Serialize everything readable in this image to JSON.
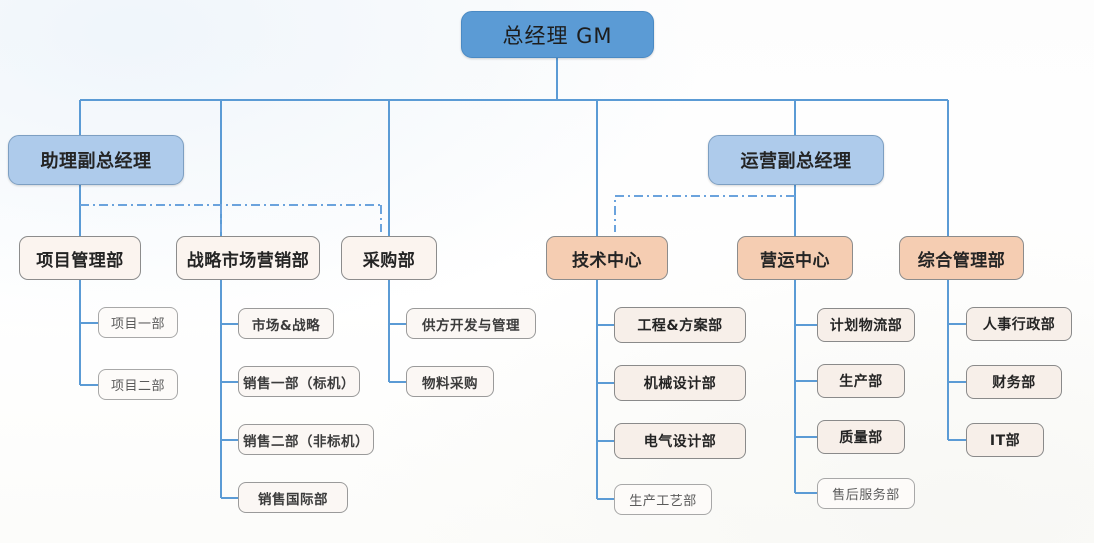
{
  "chart_meta": {
    "type": "org-chart",
    "title": "Company Organization Chart",
    "colors": {
      "line": "#5b9bd5",
      "dashed_line": "#5b9bd5",
      "gm_fill": "#5b9bd5",
      "vp_fill": "#aecbeb",
      "center_fill": "#f5cdb2",
      "dept_fill": "#fbf4ef",
      "sub_fill": "#f7efe9",
      "border_gray": "#8c8c8c",
      "background": "#ffffff"
    }
  },
  "nodes": {
    "gm": {
      "label": "总经理 GM"
    },
    "vp_assistant": {
      "label": "助理副总经理"
    },
    "vp_operations": {
      "label": "运营副总经理"
    },
    "dept_project": {
      "label": "项目管理部"
    },
    "dept_marketing": {
      "label": "战略市场营销部"
    },
    "dept_purchasing": {
      "label": "采购部"
    },
    "center_tech": {
      "label": "技术中心"
    },
    "center_ops": {
      "label": "营运中心"
    },
    "dept_admin": {
      "label": "综合管理部"
    },
    "project_children": [
      {
        "label": "项目一部"
      },
      {
        "label": "项目二部"
      }
    ],
    "marketing_children": [
      {
        "label": "市场&战略"
      },
      {
        "label": "销售一部（标机）"
      },
      {
        "label": "销售二部（非标机）"
      },
      {
        "label": "销售国际部"
      }
    ],
    "purchasing_children": [
      {
        "label": "供方开发与管理"
      },
      {
        "label": "物料采购"
      }
    ],
    "tech_children": [
      {
        "label": "工程&方案部"
      },
      {
        "label": "机械设计部"
      },
      {
        "label": "电气设计部"
      },
      {
        "label": "生产工艺部"
      }
    ],
    "ops_children": [
      {
        "label": "计划物流部"
      },
      {
        "label": "生产部"
      },
      {
        "label": "质量部"
      },
      {
        "label": "售后服务部"
      }
    ],
    "admin_children": [
      {
        "label": "人事行政部"
      },
      {
        "label": "财务部"
      },
      {
        "label": "IT部"
      }
    ]
  }
}
